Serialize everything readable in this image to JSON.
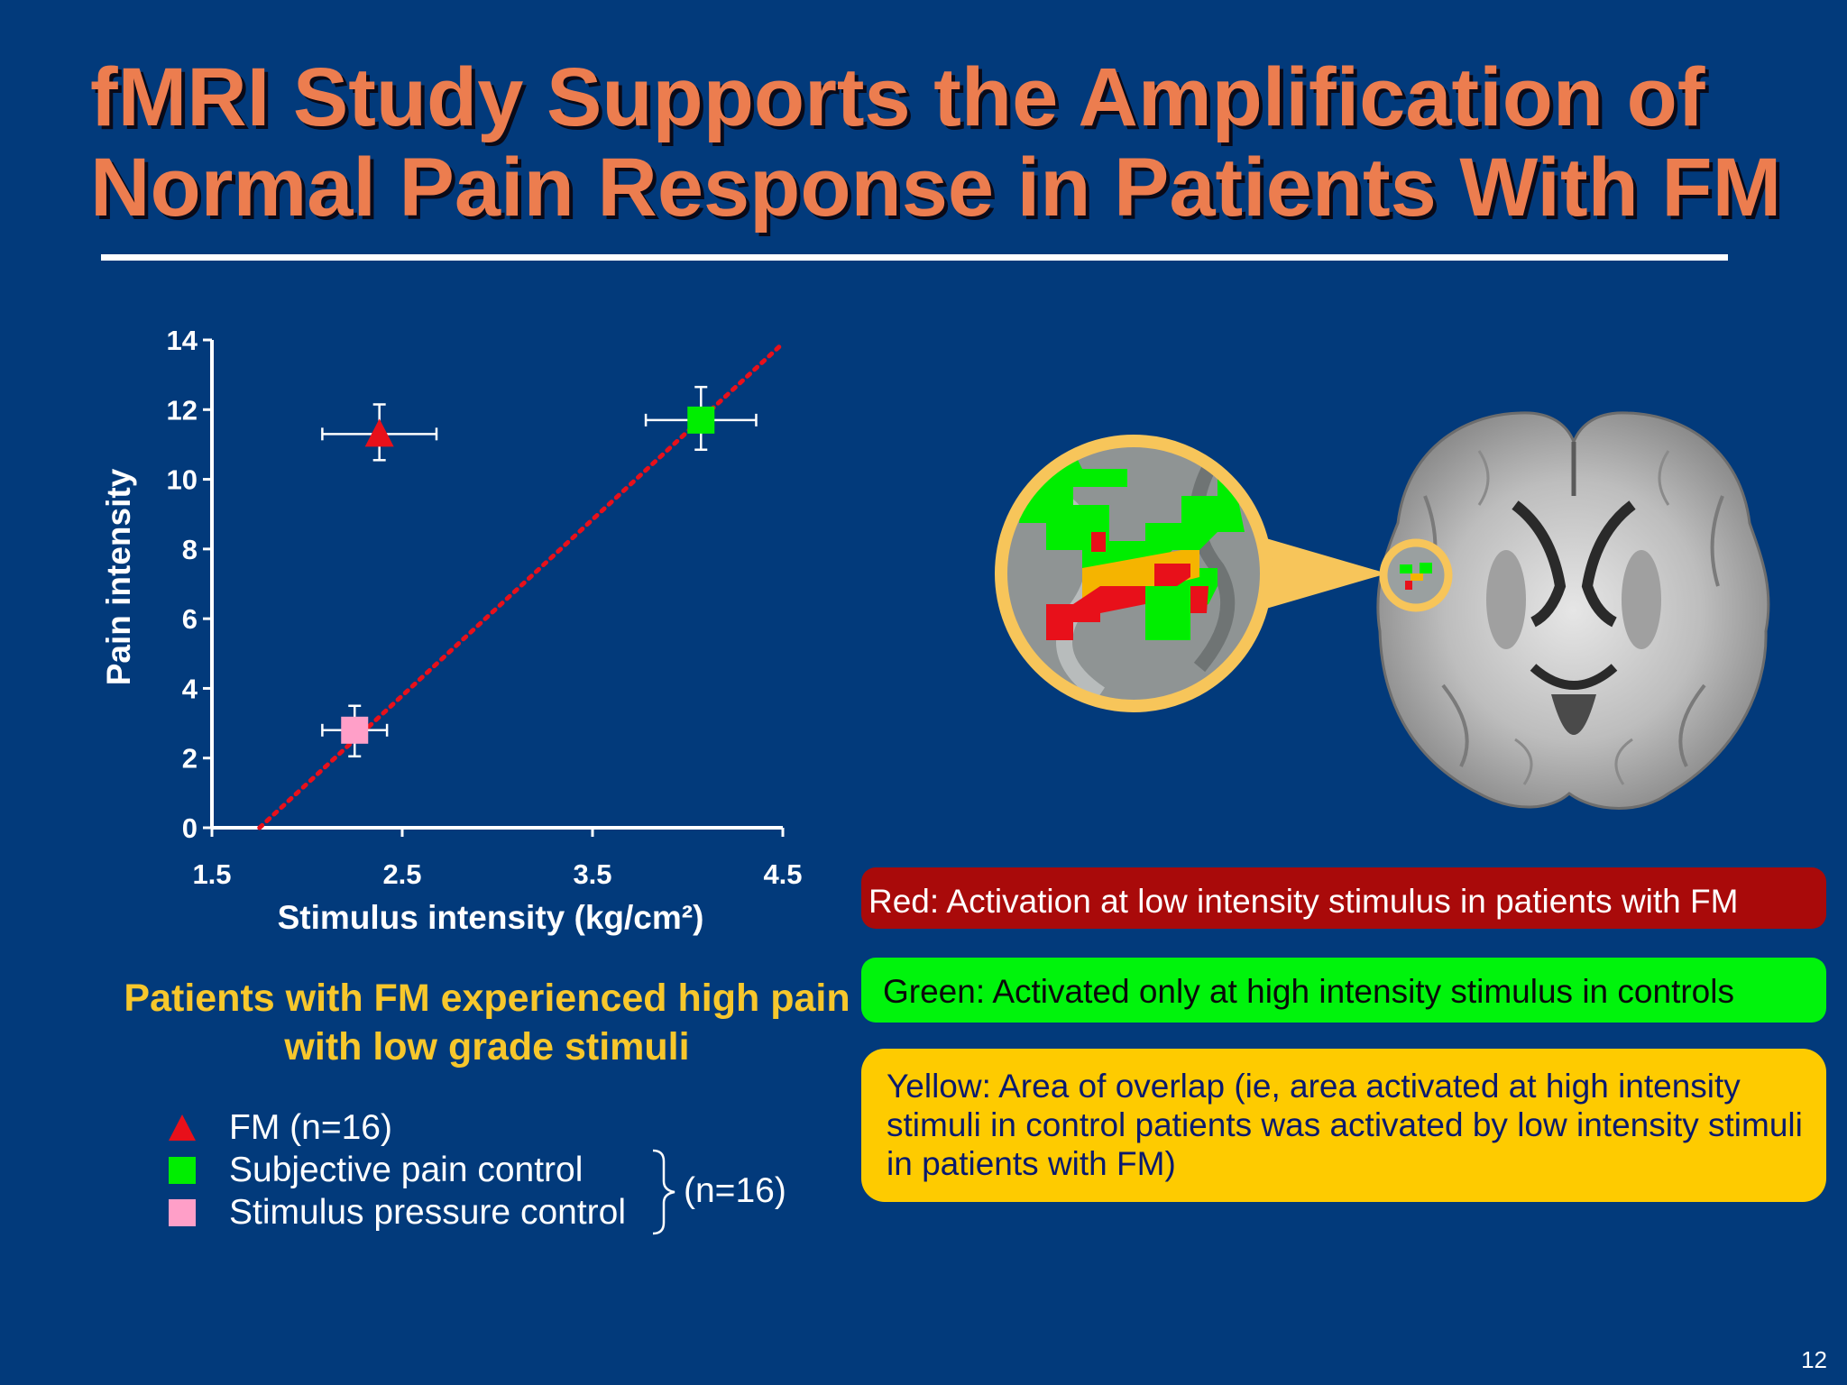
{
  "title": "fMRI Study Supports the Amplification of Normal Pain Response in Patients With FM",
  "chart_data": {
    "type": "scatter",
    "xlabel": "Stimulus intensity (kg/cm²)",
    "ylabel": "Pain intensity",
    "xlim": [
      1.5,
      4.5
    ],
    "ylim": [
      0,
      14
    ],
    "x_ticks": [
      "1.5",
      "2.5",
      "3.5",
      "4.5"
    ],
    "y_ticks": [
      "0",
      "2",
      "4",
      "6",
      "8",
      "10",
      "12",
      "14"
    ],
    "grid": false,
    "series": [
      {
        "name": "FM (n=16)",
        "marker": "triangle",
        "color": "#e8101a",
        "x": 2.38,
        "y": 11.3,
        "x_err": [
          2.08,
          2.68
        ],
        "y_err": [
          10.55,
          12.15
        ]
      },
      {
        "name": "Subjective pain control",
        "marker": "square",
        "color": "#00ee00",
        "x": 4.07,
        "y": 11.7,
        "x_err": [
          3.78,
          4.36
        ],
        "y_err": [
          10.85,
          12.65
        ]
      },
      {
        "name": "Stimulus pressure control",
        "marker": "square",
        "color": "#ff9fc8",
        "x": 2.25,
        "y": 2.8,
        "x_err": [
          2.08,
          2.42
        ],
        "y_err": [
          2.05,
          3.5
        ]
      }
    ],
    "trend_line": {
      "color": "#e8101a",
      "style": "dotted",
      "x": [
        1.75,
        4.48
      ],
      "y": [
        0,
        13.8
      ]
    }
  },
  "caption": "Patients with FM experienced high pain with low grade stimuli",
  "legend": {
    "items": [
      {
        "label": "FM (n=16)",
        "marker": "triangle",
        "color": "#e8101a"
      },
      {
        "label": "Subjective pain control",
        "marker": "square",
        "color": "#00ee00"
      },
      {
        "label": "Stimulus pressure control",
        "marker": "square",
        "color": "#ff9fc8"
      }
    ],
    "group_note": "(n=16)"
  },
  "notes": {
    "red": "Red: Activation at low intensity stimulus in patients with FM",
    "green": "Green: Activated only at high intensity stimulus in controls",
    "yellow": "Yellow: Area of overlap (ie, area activated at high intensity stimuli in control patients was activated by low intensity stimuli in patients with FM)"
  },
  "colors": {
    "background": "#023a7b",
    "title": "#ec7d4f",
    "caption": "#f7c72c",
    "note_red": "#a90a0a",
    "note_green": "#00f40c",
    "note_yellow": "#fecb00",
    "magnifier_ring": "#f7c55a"
  },
  "images": {
    "brain_scan": "axial-brain-mri-with-magnified-activation-region-icon"
  },
  "page_number": "12"
}
